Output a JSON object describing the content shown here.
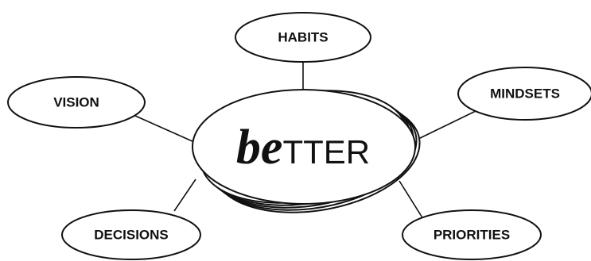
{
  "center": {
    "script_part": "be",
    "sans_part": "TTER"
  },
  "nodes": {
    "habits": "HABITS",
    "vision": "VISION",
    "mindsets": "MINDSETS",
    "decisions": "DECISIONS",
    "priorities": "PRIORITIES"
  },
  "colors": {
    "stroke": "#111111",
    "background": "#ffffff"
  }
}
